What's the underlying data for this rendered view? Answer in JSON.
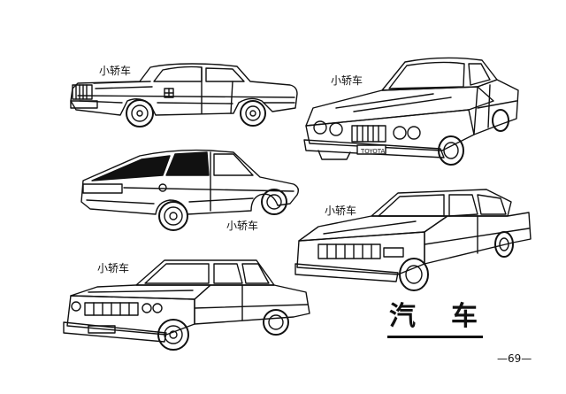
{
  "labels": {
    "car1": "小轿车",
    "car2": "小轿车",
    "car3": "小轿车",
    "car4": "小轿车",
    "car5": "小轿车"
  },
  "title": {
    "char1": "汽",
    "char2": "车"
  },
  "page_number": "—69—",
  "plate_text": "TOYOTA",
  "icons": {
    "car1": "luxury-sedan-illustration",
    "car2": "toyota-sedan-illustration",
    "car3": "hatchback-coupe-illustration",
    "car4": "sedan-illustration",
    "car5": "sedan-illustration"
  },
  "colors": {
    "ink": "#111111",
    "paper": "#ffffff"
  }
}
